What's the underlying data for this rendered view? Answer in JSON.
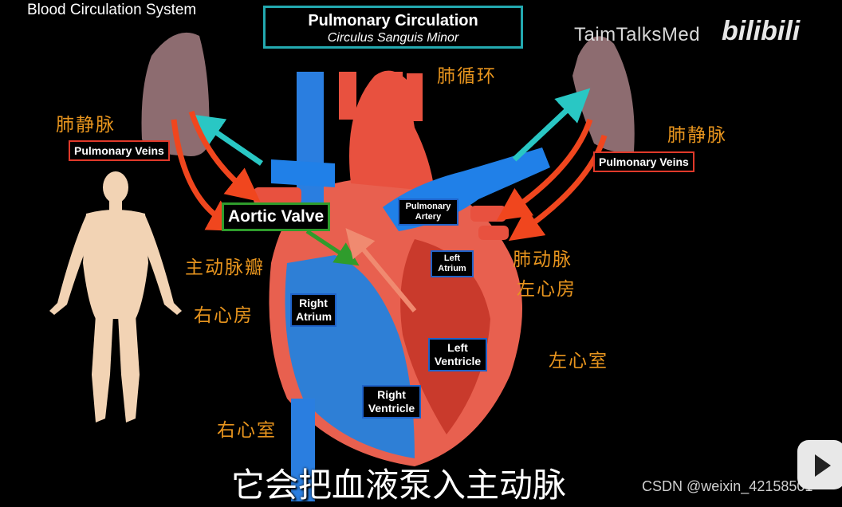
{
  "header": {
    "top_left_title": "Blood Circulation System",
    "title_main": "Pulmonary Circulation",
    "title_sub": "Circulus Sanguis Minor"
  },
  "watermark": {
    "channel": "TaimTalksMed",
    "platform": "bilibili"
  },
  "chinese_labels": {
    "pulmonary_circulation": "肺循环",
    "pulmonary_veins_left": "肺静脉",
    "pulmonary_veins_right": "肺静脉",
    "aortic_valve": "主动脉瓣",
    "right_atrium": "右心房",
    "pulmonary_artery": "肺动脉",
    "left_atrium": "左心房",
    "left_ventricle": "左心室",
    "right_ventricle": "右心室"
  },
  "english_labels": {
    "pulmonary_veins_left": "Pulmonary Veins",
    "pulmonary_veins_right": "Pulmonary Veins",
    "aortic_valve": "Aortic Valve",
    "pulmonary_artery_line1": "Pulmonary",
    "pulmonary_artery_line2": "Artery",
    "left_atrium_line1": "Left",
    "left_atrium_line2": "Atrium",
    "right_atrium_line1": "Right",
    "right_atrium_line2": "Atrium",
    "left_ventricle_line1": "Left",
    "left_ventricle_line2": "Ventricle",
    "right_ventricle_line1": "Right",
    "right_ventricle_line2": "Ventricle"
  },
  "subtitle": "它会把血液泵入主动脉",
  "footer": {
    "csdn": "CSDN @weixin_42158501"
  },
  "colors": {
    "background": "#000000",
    "title_border": "#23a9b0",
    "chinese_text": "#e8951e",
    "vein_label_border": "#e0392a",
    "valve_label_border": "#2f9c2c",
    "chamber_label_border": "#1f63c9",
    "oxygenated_red": "#e84a3a",
    "deoxygenated_blue": "#1f7ee0",
    "cyan_arrow": "#29c7c4"
  }
}
